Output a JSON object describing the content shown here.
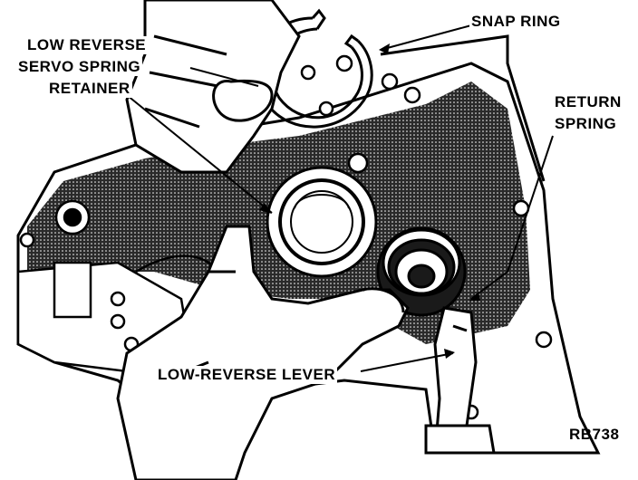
{
  "figure": {
    "labels": {
      "snap_ring": "SNAP RING",
      "servo_retainer_line1": "LOW REVERSE",
      "servo_retainer_line2": "SERVO SPRING",
      "servo_retainer_line3": "RETAINER",
      "return_spring_line1": "RETURN",
      "return_spring_line2": "SPRING",
      "low_reverse_lever": "LOW-REVERSE LEVER"
    },
    "code": "RB738"
  },
  "colors": {
    "ink": "#000000",
    "paper": "#ffffff",
    "shade": "#3a3a3a"
  }
}
